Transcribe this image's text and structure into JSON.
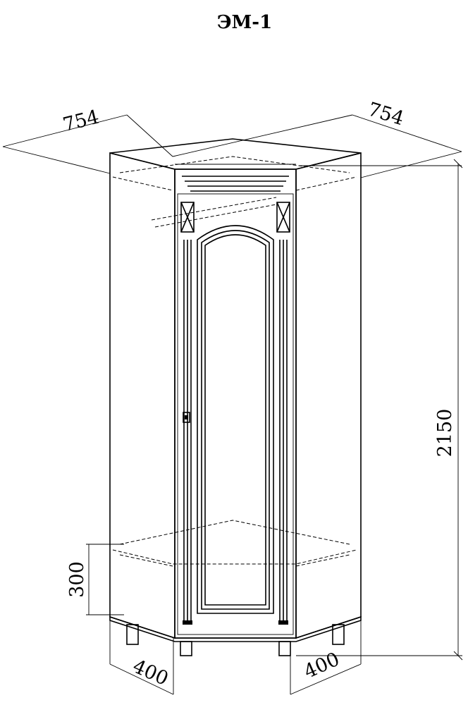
{
  "title": "ЭМ-1",
  "dimensions": {
    "width_left": "754",
    "width_right": "754",
    "height": "2150",
    "shelf_height": "300",
    "depth_left": "400",
    "depth_right": "400"
  }
}
